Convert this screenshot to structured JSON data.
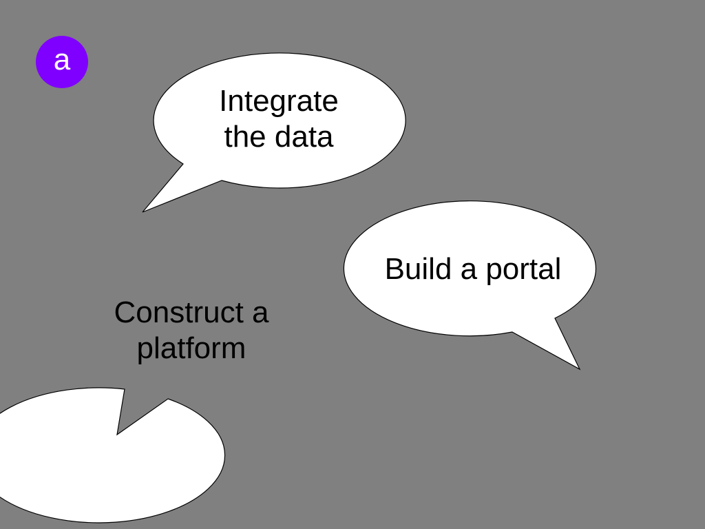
{
  "badge": {
    "label": "a",
    "color": "#8000ff"
  },
  "background_color": "#808080",
  "bubbles": [
    {
      "id": "integrate",
      "lines": [
        "Integrate",
        "the data"
      ]
    },
    {
      "id": "portal",
      "lines": [
        "Build a portal"
      ]
    },
    {
      "id": "construct",
      "lines": [
        "Construct a",
        "platform"
      ]
    }
  ]
}
